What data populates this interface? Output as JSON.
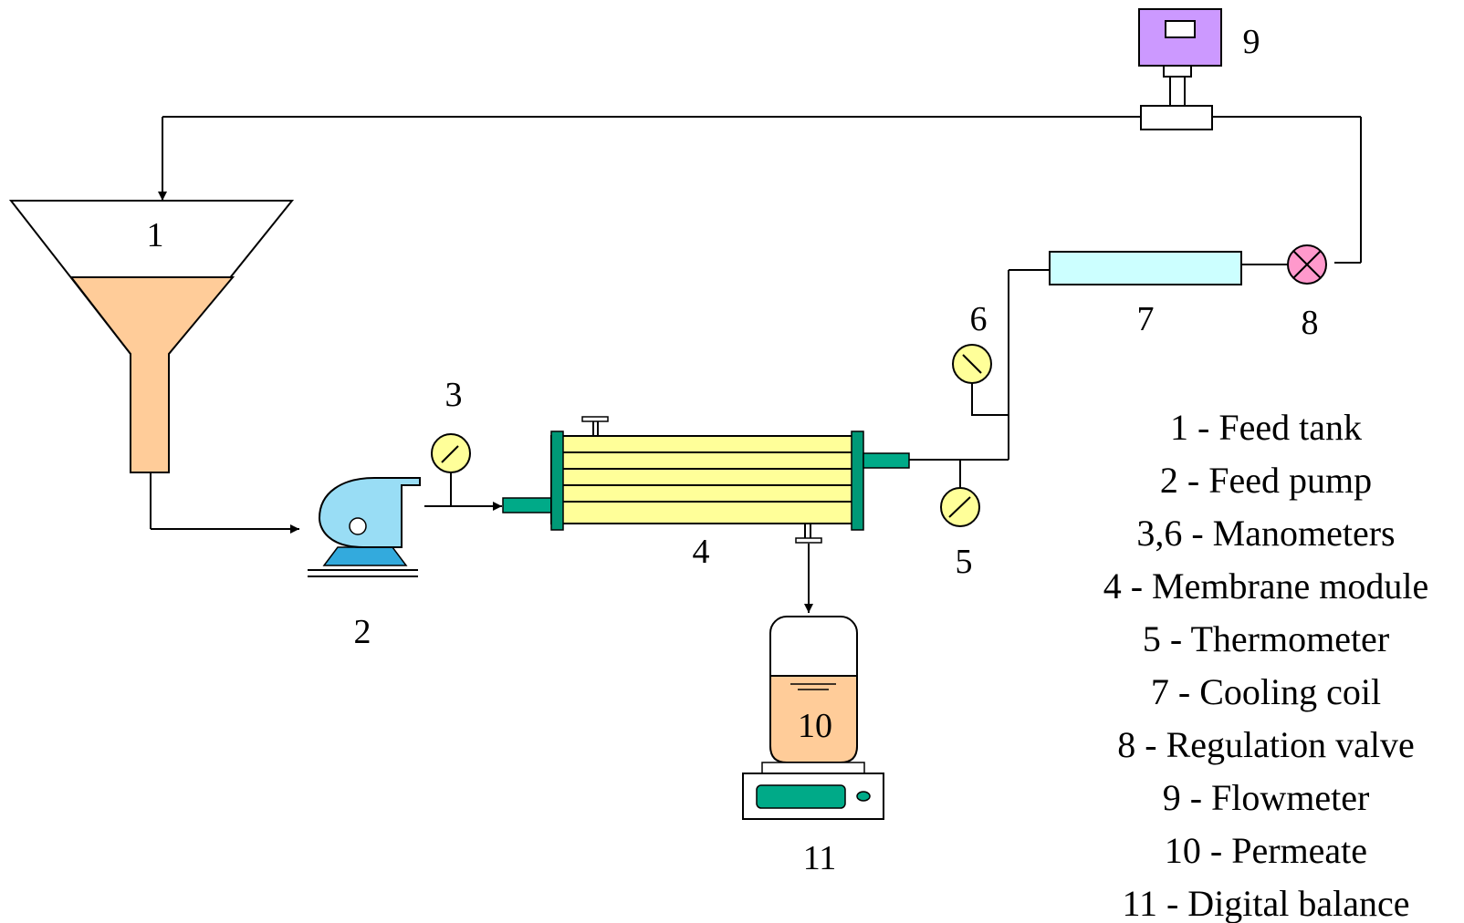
{
  "diagram": {
    "numbers": {
      "n1": "1",
      "n2": "2",
      "n3": "3",
      "n4": "4",
      "n5": "5",
      "n6": "6",
      "n7": "7",
      "n8": "8",
      "n9": "9",
      "n10": "10",
      "n11": "11"
    },
    "legend": [
      "1 - Feed tank",
      "2 - Feed pump",
      "3,6 - Manometers",
      "4 - Membrane module",
      "5 - Thermometer",
      "7 - Cooling coil",
      "8 - Regulation valve",
      "9 - Flowmeter",
      "10 - Permeate",
      "11 - Digital balance"
    ],
    "colors": {
      "feed_liquid": "#FFCC99",
      "pump": "#99DDF5",
      "pump_base": "#33AADD",
      "gauge": "#FFFF99",
      "module_body": "#FFFF99",
      "flange": "#009977",
      "nozzle": "#00AA88",
      "cooling_coil": "#CCFFFF",
      "valve": "#FF99CC",
      "flowmeter": "#CC99FF",
      "balance_display": "#00AA88",
      "permeate": "#FFCC99"
    }
  }
}
